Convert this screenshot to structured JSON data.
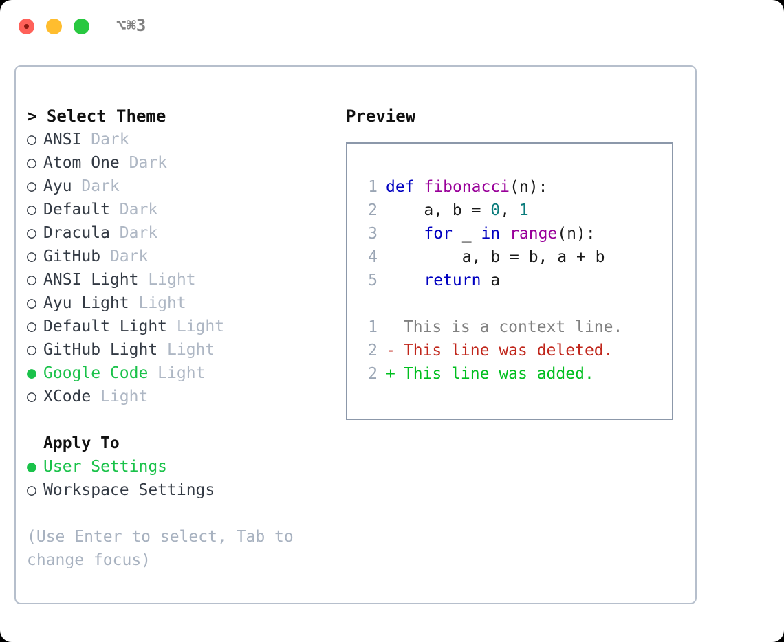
{
  "titlebar": {
    "shortcut": "⌥⌘3",
    "buttons": [
      {
        "name": "close",
        "color": "#ff6159"
      },
      {
        "name": "minimize",
        "color": "#ffbd2e"
      },
      {
        "name": "maximize",
        "color": "#28c840"
      }
    ]
  },
  "theme_picker": {
    "header": "> Select Theme",
    "selected_marker": "●",
    "unselected_marker": "○",
    "selected_color": "#1ac24a",
    "tag_color": "#aeb7c4",
    "items": [
      {
        "marker": "○",
        "label": "ANSI",
        "tag": "Dark",
        "selected": false
      },
      {
        "marker": "○",
        "label": "Atom One",
        "tag": "Dark",
        "selected": false
      },
      {
        "marker": "○",
        "label": "Ayu",
        "tag": "Dark",
        "selected": false
      },
      {
        "marker": "○",
        "label": "Default",
        "tag": "Dark",
        "selected": false
      },
      {
        "marker": "○",
        "label": "Dracula",
        "tag": "Dark",
        "selected": false
      },
      {
        "marker": "○",
        "label": "GitHub",
        "tag": "Dark",
        "selected": false
      },
      {
        "marker": "○",
        "label": "ANSI Light",
        "tag": "Light",
        "selected": false
      },
      {
        "marker": "○",
        "label": "Ayu Light",
        "tag": "Light",
        "selected": false
      },
      {
        "marker": "○",
        "label": "Default Light",
        "tag": "Light",
        "selected": false
      },
      {
        "marker": "○",
        "label": "GitHub Light",
        "tag": "Light",
        "selected": false
      },
      {
        "marker": "●",
        "label": "Google Code",
        "tag": "Light",
        "selected": true
      },
      {
        "marker": "○",
        "label": "XCode",
        "tag": "Light",
        "selected": false
      }
    ]
  },
  "apply_to": {
    "header": "Apply To",
    "items": [
      {
        "marker": "●",
        "label": "User Settings",
        "selected": true
      },
      {
        "marker": "○",
        "label": "Workspace Settings",
        "selected": false
      }
    ]
  },
  "hint": "(Use Enter to select, Tab to change focus)",
  "preview": {
    "title": "Preview",
    "code_lines": [
      {
        "num": "1",
        "tokens": [
          {
            "t": "def",
            "c": "kw"
          },
          {
            "t": " ",
            "c": "plain"
          },
          {
            "t": "fibonacci",
            "c": "fn"
          },
          {
            "t": "(n):",
            "c": "plain"
          }
        ]
      },
      {
        "num": "2",
        "tokens": [
          {
            "t": "    a, b = ",
            "c": "plain"
          },
          {
            "t": "0",
            "c": "num"
          },
          {
            "t": ", ",
            "c": "plain"
          },
          {
            "t": "1",
            "c": "num"
          }
        ]
      },
      {
        "num": "3",
        "tokens": [
          {
            "t": "    ",
            "c": "plain"
          },
          {
            "t": "for",
            "c": "kw"
          },
          {
            "t": " _ ",
            "c": "plain"
          },
          {
            "t": "in",
            "c": "kw"
          },
          {
            "t": " ",
            "c": "plain"
          },
          {
            "t": "range",
            "c": "fn"
          },
          {
            "t": "(n):",
            "c": "plain"
          }
        ]
      },
      {
        "num": "4",
        "tokens": [
          {
            "t": "        a, b = b, a + b",
            "c": "plain"
          }
        ]
      },
      {
        "num": "5",
        "tokens": [
          {
            "t": "    ",
            "c": "plain"
          },
          {
            "t": "return",
            "c": "kw"
          },
          {
            "t": " a",
            "c": "plain"
          }
        ]
      }
    ],
    "diff_lines": [
      {
        "num": "1",
        "sign": " ",
        "text": "This is a context line.",
        "kind": "diff-ctx"
      },
      {
        "num": "2",
        "sign": "-",
        "text": "This line was deleted.",
        "kind": "diff-del"
      },
      {
        "num": "2",
        "sign": "+",
        "text": "This line was added.",
        "kind": "diff-add"
      }
    ],
    "colors": {
      "keyword": "#0000c0",
      "function": "#990099",
      "number": "#0b7c7c",
      "linenumber": "#9aa5b4",
      "context": "#808080",
      "deleted": "#c0261b",
      "added": "#00bf1f"
    }
  }
}
